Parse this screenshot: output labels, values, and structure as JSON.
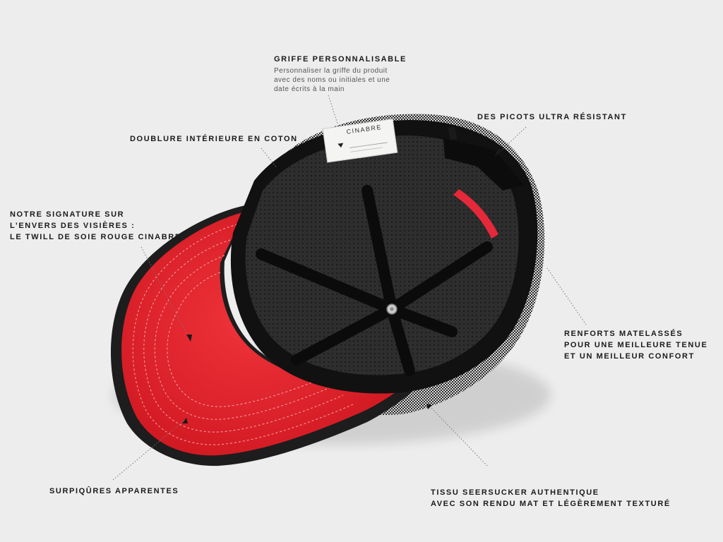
{
  "cap_label": {
    "brand": "CINABRE"
  },
  "annotations": {
    "griffe": {
      "title": "GRIFFE PERSONNALISABLE",
      "description": "Personnaliser la griffe du produit\navec des noms ou initiales et une\ndate écrits à la main"
    },
    "doublure": {
      "title": "DOUBLURE INTÉRIEURE EN COTON"
    },
    "picots": {
      "title": "DES PICOTS ULTRA RÉSISTANT"
    },
    "signature": {
      "title": "NOTRE SIGNATURE SUR\nL’ENVERS DES VISIÈRES :\nLE TWILL DE SOIE ROUGE CINABRE"
    },
    "renforts": {
      "title": "RENFORTS MATELASSÉS\nPOUR UNE MEILLEURE TENUE\nET UN MEILLEUR CONFORT"
    },
    "surpiqures": {
      "title": "SURPIQÛRES APPARENTES"
    },
    "tissu": {
      "title": "TISSU SEERSUCKER AUTHENTIQUE\nAVEC SON RENDU MAT ET LÉGÈREMENT TEXTURÉ"
    }
  },
  "colors": {
    "background": "#ededed",
    "visor_red": "#e8232c",
    "lining_black": "#141414",
    "seersucker_dark": "#2d2d2d",
    "seersucker_light": "#d9d9d9"
  }
}
